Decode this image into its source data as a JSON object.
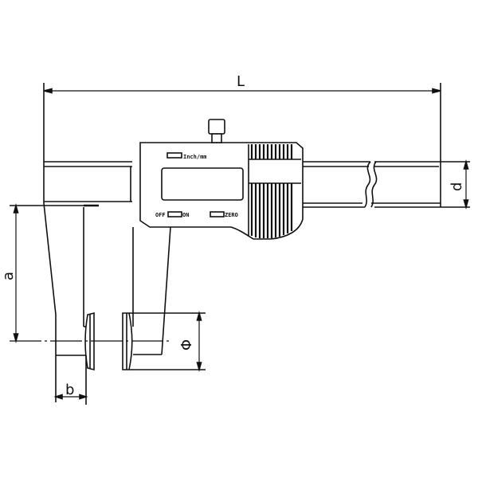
{
  "diagram": {
    "subject": "Digital caliper with disc measuring jaws",
    "dimensions": {
      "L": "L",
      "d": "d",
      "a": "a",
      "b": "b",
      "phi": "Φ"
    },
    "display_labels": {
      "unit_button": "Inch/mm",
      "off": "OFF",
      "on": "ON",
      "zero": "ZERO"
    },
    "colors": {
      "line": "#111111",
      "background": "#ffffff"
    }
  }
}
